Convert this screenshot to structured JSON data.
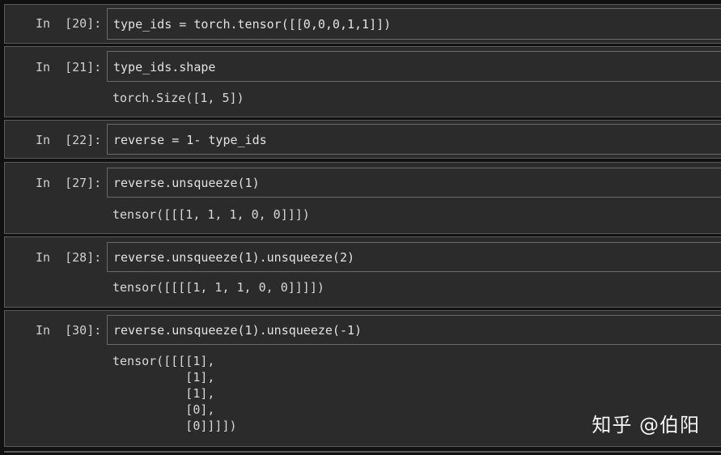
{
  "cells": [
    {
      "prompt": "In  [20]:",
      "code": "type_ids = torch.tensor([[0,0,0,1,1]])",
      "output": ""
    },
    {
      "prompt": "In  [21]:",
      "code": "type_ids.shape",
      "output": "torch.Size([1, 5])"
    },
    {
      "prompt": "In  [22]:",
      "code": "reverse = 1- type_ids",
      "output": ""
    },
    {
      "prompt": "In  [27]:",
      "code": "reverse.unsqueeze(1)",
      "output": "tensor([[[1, 1, 1, 0, 0]]])"
    },
    {
      "prompt": "In  [28]:",
      "code": "reverse.unsqueeze(1).unsqueeze(2)",
      "output": "tensor([[[[1, 1, 1, 0, 0]]]])"
    },
    {
      "prompt": "In  [30]:",
      "code": "reverse.unsqueeze(1).unsqueeze(-1)",
      "output": "tensor([[[[1],\n          [1],\n          [1],\n          [0],\n          [0]]]])"
    }
  ],
  "watermark": "知乎 @伯阳"
}
